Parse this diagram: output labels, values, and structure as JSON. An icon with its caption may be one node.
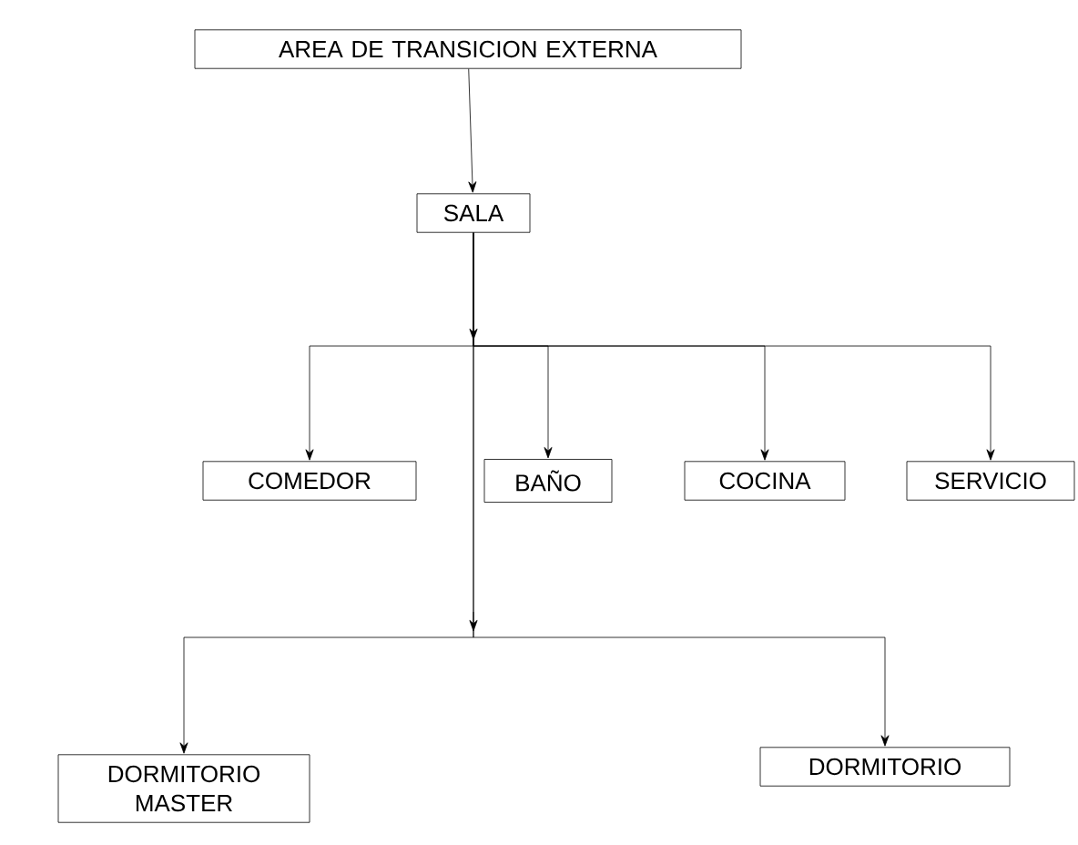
{
  "diagram": {
    "nodes": [
      {
        "text": [
          "AREA DE TRANSICION EXTERNA"
        ]
      },
      {
        "text": [
          "SALA"
        ]
      },
      {
        "text": [
          "COMEDOR"
        ]
      },
      {
        "text": [
          "BAÑO"
        ]
      },
      {
        "text": [
          "COCINA"
        ]
      },
      {
        "text": [
          "SERVICIO"
        ]
      },
      {
        "text": [
          "DORMITORIO MASTER"
        ]
      },
      {
        "text": [
          "DORMITORIO"
        ]
      }
    ],
    "edges": [
      {
        "from": 0,
        "to": 1,
        "arrow": "to"
      },
      {
        "from": 1,
        "to": 2,
        "arrow": "to"
      },
      {
        "from": 1,
        "to": 3,
        "arrow": "to"
      },
      {
        "from": 1,
        "to": 4,
        "arrow": "to"
      },
      {
        "from": 1,
        "to": 5,
        "arrow": "to"
      },
      {
        "from": 1,
        "to": 6,
        "arrow": "to"
      },
      {
        "from": 1,
        "to": 7,
        "arrow": "to"
      }
    ]
  }
}
